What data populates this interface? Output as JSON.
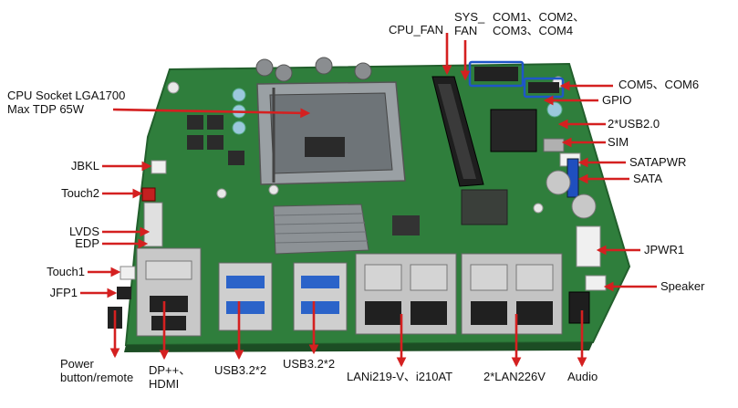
{
  "diagram": {
    "colors": {
      "board": "#2f7e3c",
      "board_dark": "#225f2c",
      "arrow": "#d42020",
      "connector_highlight": "#1f56c8",
      "usb_blue": "#2b63c9",
      "metal": "#c8c8c8",
      "heatsink": "#8d9296"
    },
    "labels": {
      "cpu_socket_line1": "CPU Socket LGA1700",
      "cpu_socket_line2": "Max TDP 65W",
      "cpu_fan": "CPU_FAN",
      "sys_fan_line1": "SYS_",
      "sys_fan_line2": "FAN",
      "com_top_line1": "COM1、COM2、",
      "com_top_line2": "COM3、COM4",
      "com_side": "COM5、COM6",
      "gpio": "GPIO",
      "usb20": "2*USB2.0",
      "sim": "SIM",
      "satapwr": "SATAPWR",
      "sata": "SATA",
      "jpwr1": "JPWR1",
      "speaker": "Speaker",
      "jbkl": "JBKL",
      "touch2": "Touch2",
      "lvds": "LVDS",
      "edp": "EDP",
      "touch1": "Touch1",
      "jfp1": "JFP1",
      "power_line1": "Power",
      "power_line2": "button/remote",
      "dp_hdmi_line1": "DP++、",
      "dp_hdmi_line2": "HDMI",
      "usb32_a": "USB3.2*2",
      "usb32_b": "USB3.2*2",
      "lan_a": "LANi219-V、i210AT",
      "lan_b": "2*LAN226V",
      "audio": "Audio"
    }
  }
}
